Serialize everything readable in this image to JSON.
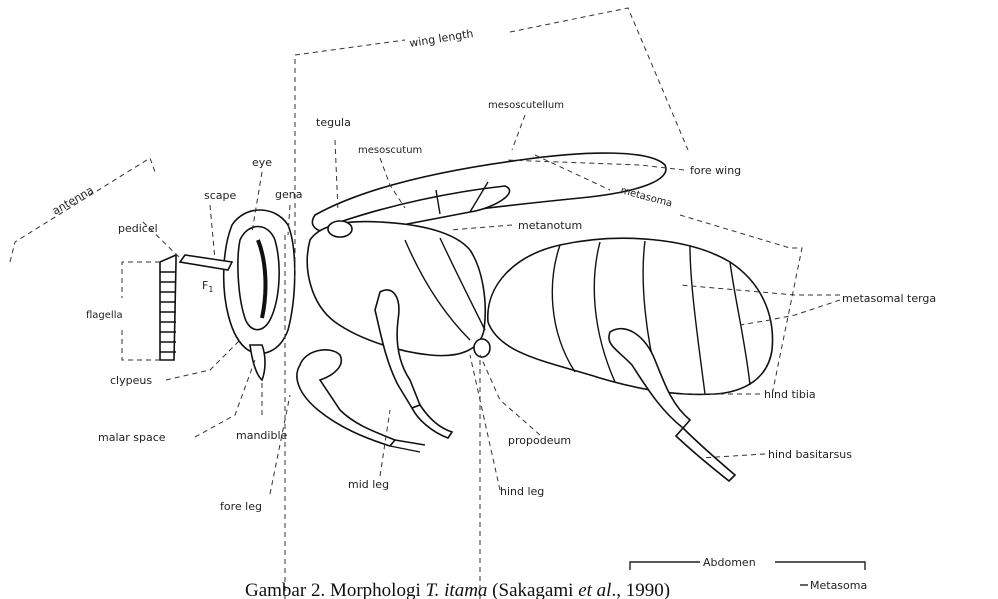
{
  "labels": {
    "wing_length": "wing length",
    "antenna": "antenna",
    "mesoscutellum": "mesoscutellum",
    "tegula": "tegula",
    "mesoscutum": "mesoscutum",
    "fore_wing": "fore wing",
    "eye": "eye",
    "scape": "scape",
    "gena": "gena",
    "metasoma": "metasoma",
    "pedicel": "pedicel",
    "metanotum": "metanotum",
    "f1": "F",
    "f1_sub": "1",
    "flagella": "flagella",
    "metasomal_terga": "metasomal terga",
    "clypeus": "clypeus",
    "hind_tibia": "hind tibia",
    "malar_space": "malar space",
    "mandible": "mandible",
    "propodeum": "propodeum",
    "hind_basitarsus": "hind basitarsus",
    "mid_leg": "mid leg",
    "hind_leg": "hind leg",
    "fore_leg": "fore leg",
    "abdomen": "Abdomen",
    "metasoma_bracket": "Metasoma"
  },
  "caption": {
    "prefix": "Gambar 2. Morphologi ",
    "species": "T. itama",
    "middle": " (Sakagami ",
    "etal": "et al",
    "suffix": "., 1990)"
  }
}
